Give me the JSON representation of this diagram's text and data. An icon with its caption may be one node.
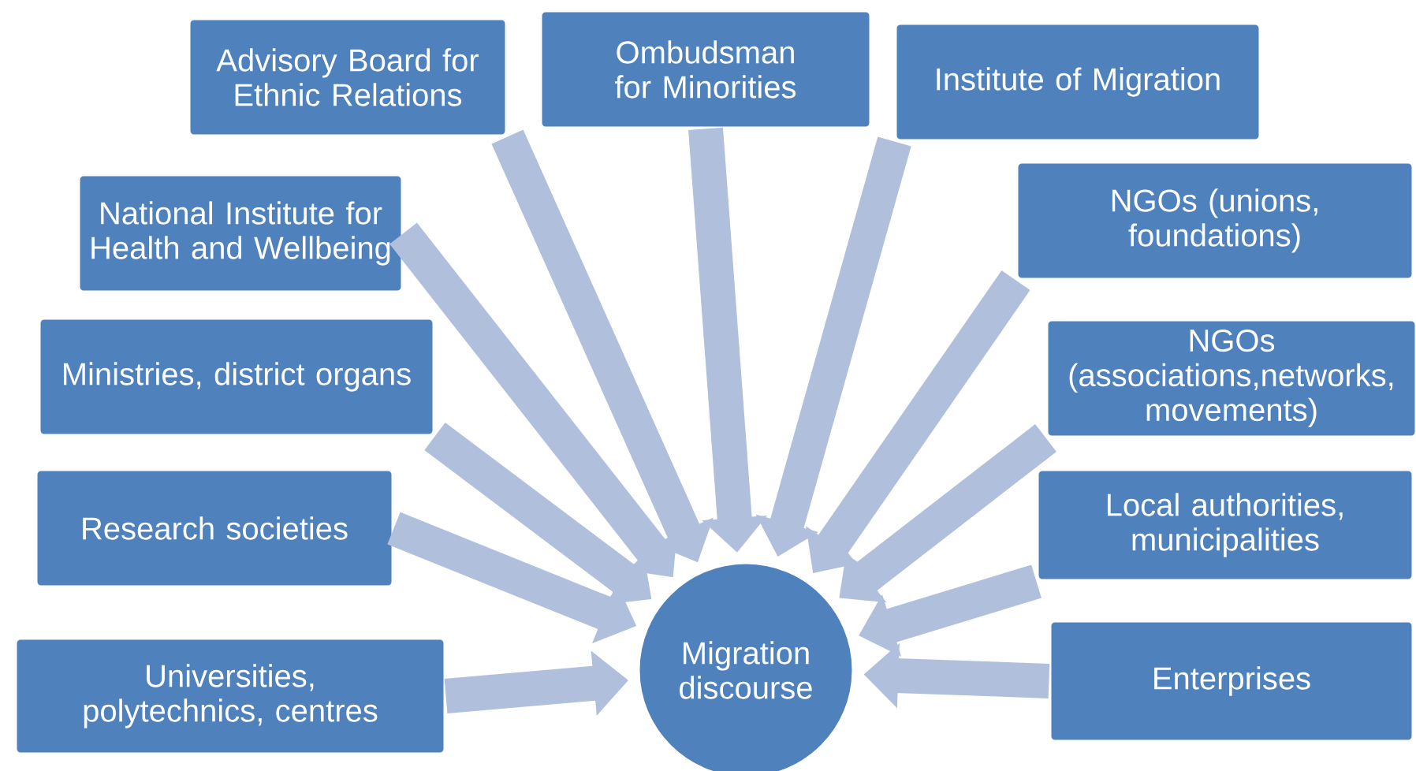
{
  "diagram": {
    "nodes": [
      {
        "text": [
          "Advisory Board for Ethnic Relations"
        ]
      },
      {
        "text": [
          "Ombudsman for Minorities"
        ]
      },
      {
        "text": [
          "Institute of Migration"
        ]
      },
      {
        "text": [
          "National Institute for Health and Wellbeing"
        ]
      },
      {
        "text": [
          "NGOs (unions, foundations)"
        ]
      },
      {
        "text": [
          "Ministries, district organs"
        ]
      },
      {
        "text": [
          "NGOs (associations,networks, movements)"
        ]
      },
      {
        "text": [
          "Research societies"
        ]
      },
      {
        "text": [
          "Local authorities, municipalities"
        ]
      },
      {
        "text": [
          "Universities, polytechnics, centres"
        ]
      },
      {
        "text": [
          "Enterprises"
        ]
      },
      {
        "text": [
          "Migration discourse"
        ]
      }
    ],
    "edges": [
      {
        "from": 0,
        "to": 11,
        "arrow": "to"
      },
      {
        "from": 1,
        "to": 11,
        "arrow": "to"
      },
      {
        "from": 2,
        "to": 11,
        "arrow": "to"
      },
      {
        "from": 3,
        "to": 11,
        "arrow": "to"
      },
      {
        "from": 4,
        "to": 11,
        "arrow": "to"
      },
      {
        "from": 5,
        "to": 11,
        "arrow": "to"
      },
      {
        "from": 6,
        "to": 11,
        "arrow": "to"
      },
      {
        "from": 7,
        "to": 11,
        "arrow": "to"
      },
      {
        "from": 8,
        "to": 11,
        "arrow": "to"
      },
      {
        "from": 9,
        "to": 11,
        "arrow": "to"
      },
      {
        "from": 10,
        "to": 11,
        "arrow": "to"
      }
    ]
  }
}
